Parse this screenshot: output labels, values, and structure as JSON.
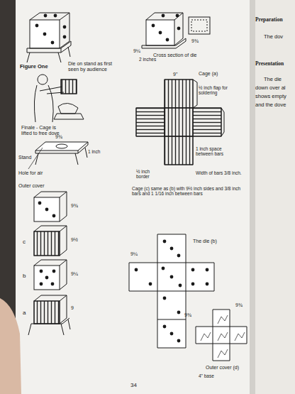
{
  "diagram": {
    "labels": [
      "Figure One",
      "Die on stand as first seen by audience",
      "Finale - Cage is lifted to free dove",
      "Stand",
      "Hole for air",
      "9¾",
      "1 inch",
      "Outer cover",
      "9¾",
      "c",
      "9½",
      "b",
      "9¼",
      "a",
      "9",
      "Cross section of die",
      "9¼",
      "9¾",
      "2 inches",
      "Cage (a)",
      "9\"",
      "½ inch flap for soldering",
      "1 inch space between bars",
      "½ inch border",
      "Width of bars 3/8 inch.",
      "Cage (c) same as (b) with 9½ inch sides and 3/8 inch bars and 1 1/16 inch between bars",
      "The die (b)",
      "9¼",
      "Outer cover (d)",
      "9¾",
      "9¾",
      "4\" base",
      "34",
      "Preparation",
      "The dov",
      "Presentation",
      "The die",
      "down over al",
      "shows empty",
      "and the dove"
    ]
  }
}
